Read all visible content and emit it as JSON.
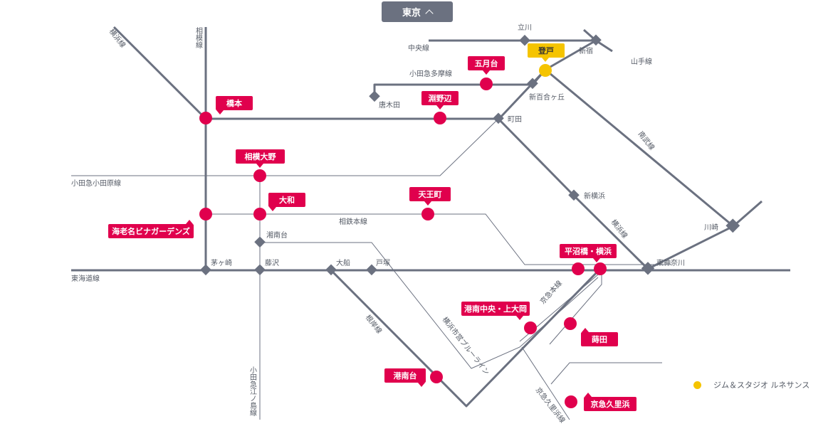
{
  "toggle": {
    "label": "東京",
    "icon": "chevron-up-icon"
  },
  "legend": {
    "label": "ジム＆スタジオ ルネサンス",
    "color": "#f5c400"
  },
  "colors": {
    "line": "#6b7180",
    "gym": "#e0004d",
    "renaissance": "#f5c400"
  },
  "lines": {
    "chuo": "中央線",
    "odakyu_tama": "小田急多摩線",
    "odakyu_odawara": "小田急小田原線",
    "sotetsu": "相鉄本線",
    "tokaido": "東海道線",
    "yamanote": "山手線",
    "nambu": "南武線",
    "yokohama_v": "横浜線",
    "yokohama_nw": "横浜線",
    "sagami_v": "相模線",
    "negishi": "根岸線",
    "blue": "横浜市営ブルーライン",
    "keikyu_main": "京急本線",
    "keikyu_kurihama": "京急久里浜線",
    "enoshima": "小田急江ノ島線"
  },
  "stations": {
    "tachikawa": "立川",
    "shinjuku": "新宿",
    "shinyurigaoka": "新百合ヶ丘",
    "karakida": "唐木田",
    "machida": "町田",
    "shinyokohama": "新横浜",
    "kawasaki": "川崎",
    "higashikanagawa": "東神奈川",
    "shonandai": "湘南台",
    "chigasaki": "茅ヶ崎",
    "fujisawa": "藤沢",
    "ofuna": "大船",
    "totsuka": "戸塚"
  },
  "gyms": [
    {
      "id": "noborito",
      "label": "登戸",
      "type": "renaissance"
    },
    {
      "id": "satsukidai",
      "label": "五月台",
      "type": "gym"
    },
    {
      "id": "fuchinobe",
      "label": "淵野辺",
      "type": "gym"
    },
    {
      "id": "hashimoto",
      "label": "橋本",
      "type": "gym"
    },
    {
      "id": "sagamiono",
      "label": "相模大野",
      "type": "gym"
    },
    {
      "id": "yamato",
      "label": "大和",
      "type": "gym"
    },
    {
      "id": "tennocho",
      "label": "天王町",
      "type": "gym"
    },
    {
      "id": "ebina",
      "label": "海老名ビナガーデンズ",
      "type": "gym"
    },
    {
      "id": "hiranuma",
      "label": "平沼橋・横浜",
      "type": "gym"
    },
    {
      "id": "konan",
      "label": "港南中央・上大岡",
      "type": "gym"
    },
    {
      "id": "mutsuura",
      "label": "蒔田",
      "type": "gym"
    },
    {
      "id": "konandai",
      "label": "港南台",
      "type": "gym"
    },
    {
      "id": "kurihama",
      "label": "京急久里浜",
      "type": "gym"
    }
  ]
}
